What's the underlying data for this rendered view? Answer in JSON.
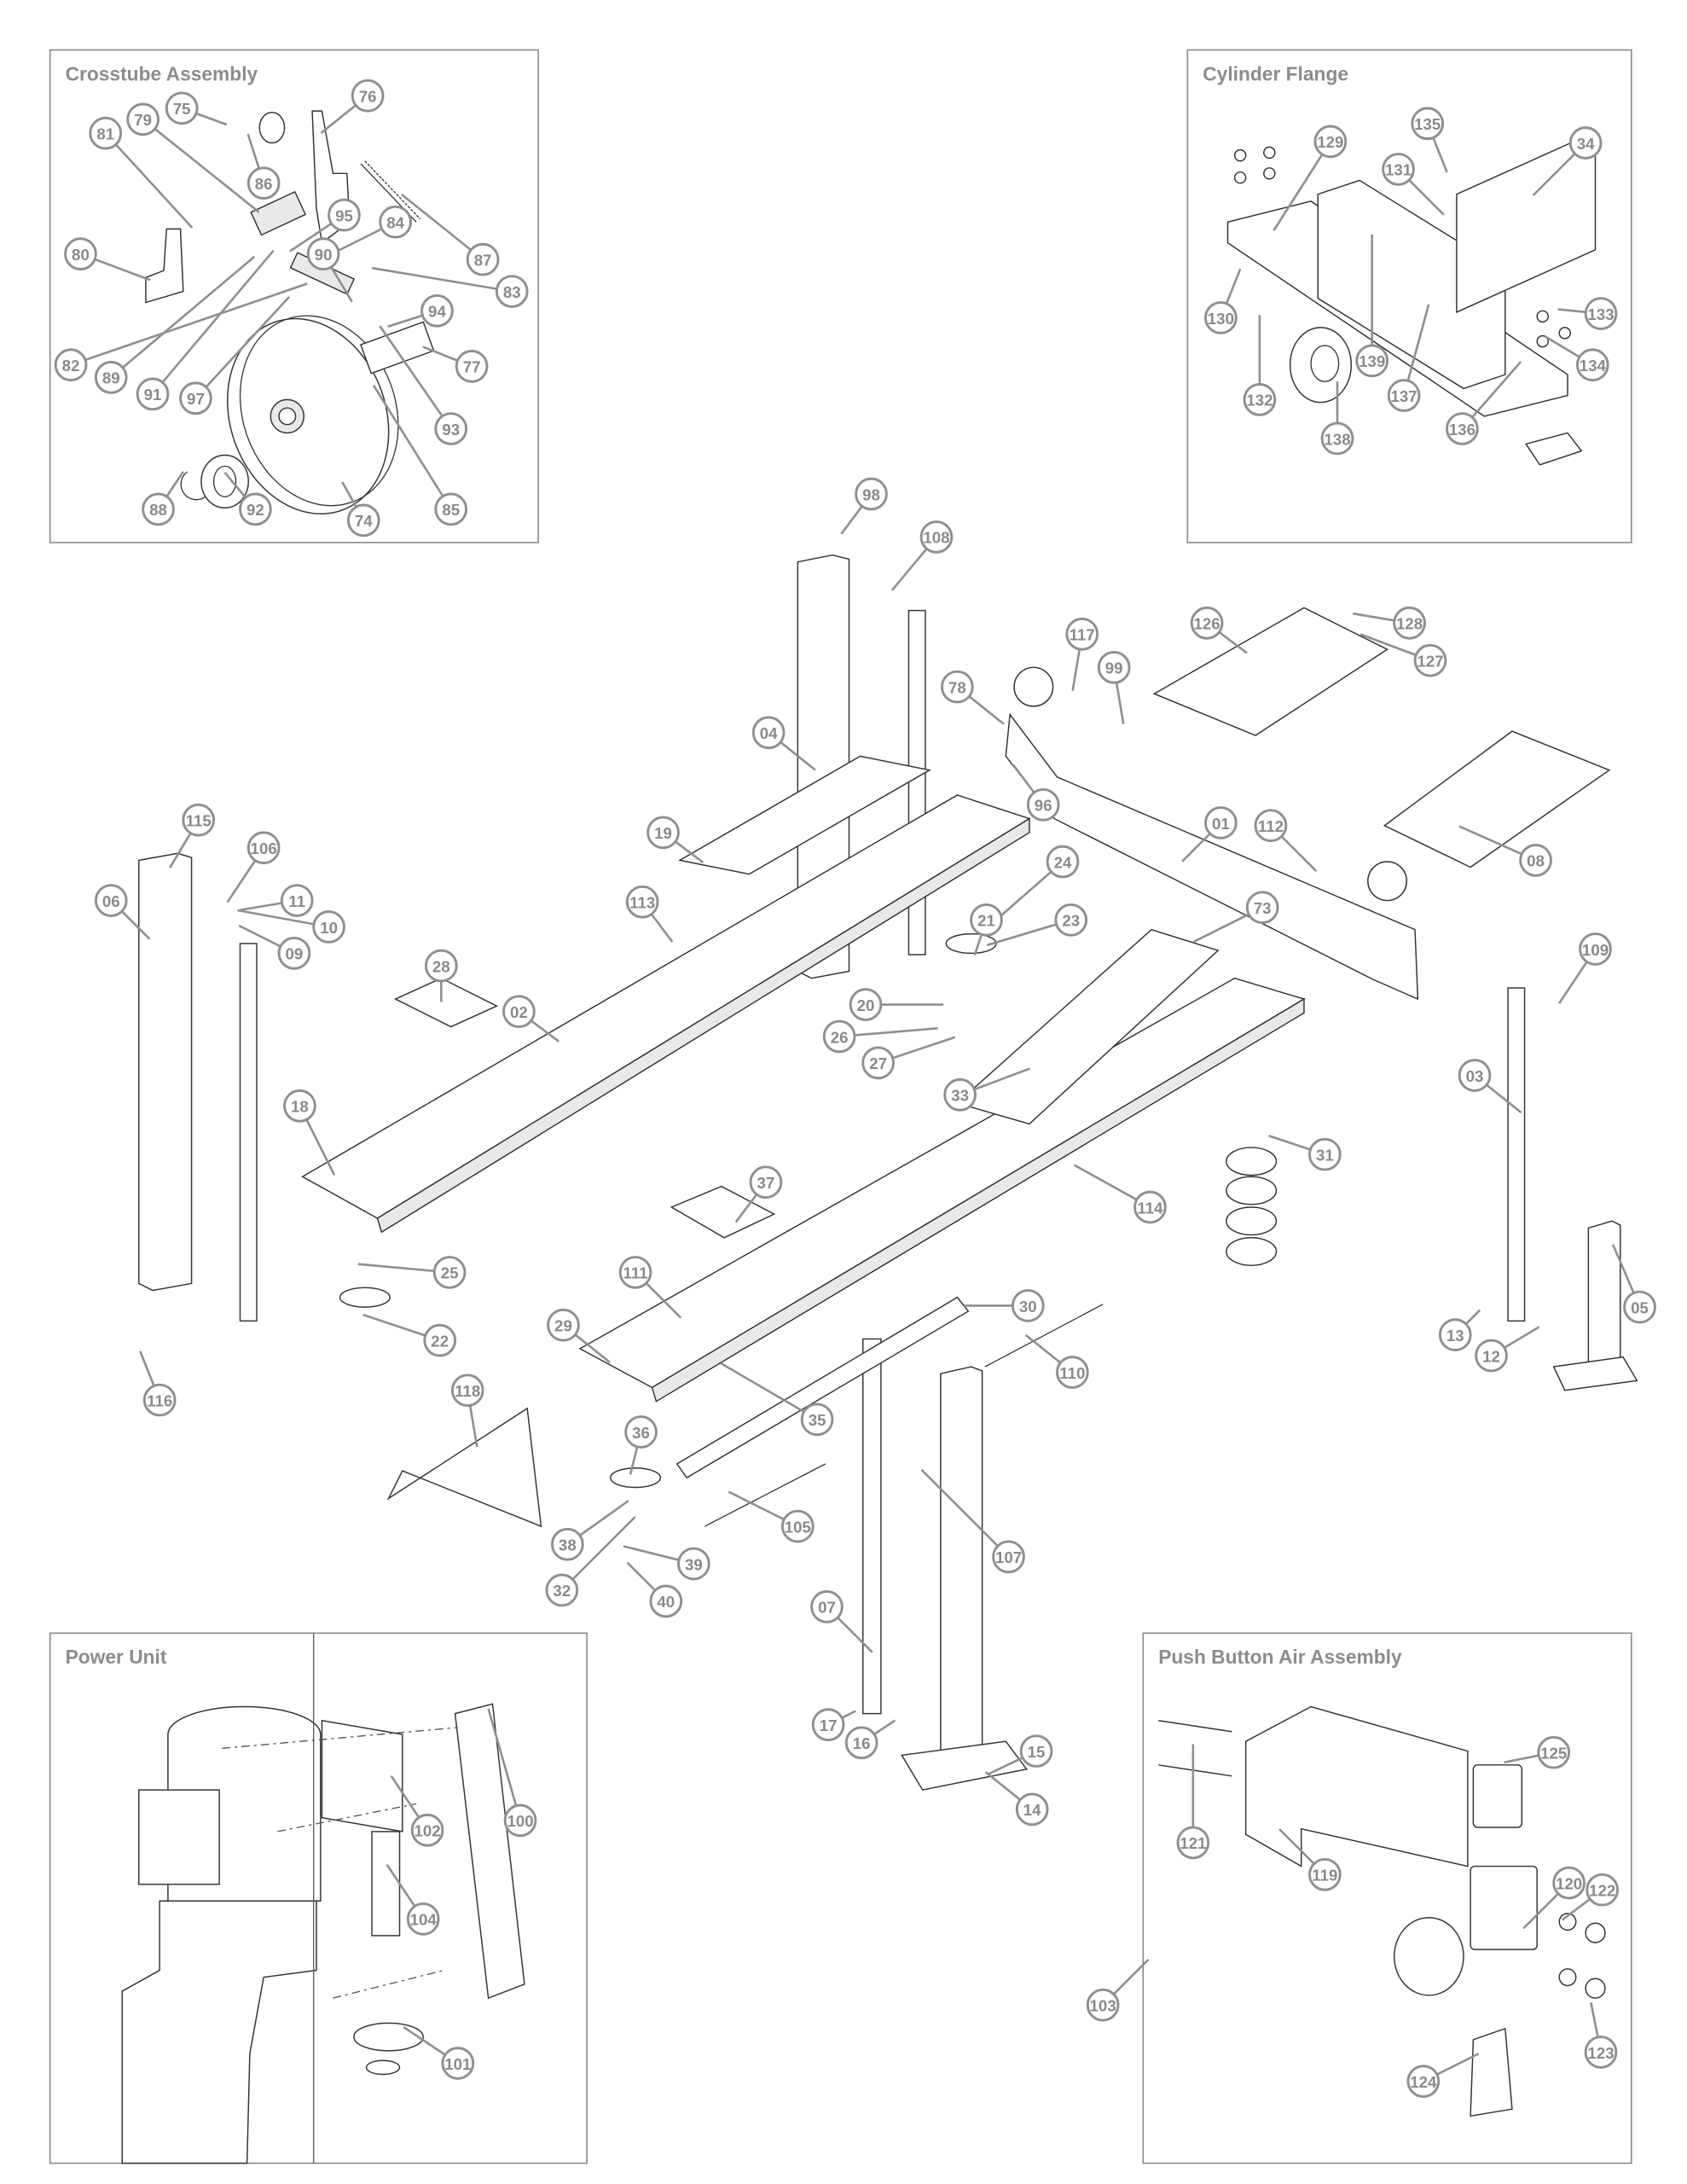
{
  "panels": {
    "crosstube": {
      "title": "Crosstube Assembly"
    },
    "cylinder_flange": {
      "title": "Cylinder Flange"
    },
    "power_unit": {
      "title": "Power Unit"
    },
    "push_button": {
      "title": "Push Button Air Assembly"
    }
  },
  "callouts": {
    "crosstube": [
      "75",
      "76",
      "79",
      "81",
      "86",
      "95",
      "84",
      "87",
      "80",
      "90",
      "83",
      "94",
      "77",
      "82",
      "89",
      "91",
      "97",
      "93",
      "88",
      "92",
      "74",
      "85"
    ],
    "cylinder_flange": [
      "135",
      "34",
      "129",
      "131",
      "133",
      "130",
      "139",
      "134",
      "137",
      "132",
      "136",
      "138"
    ],
    "main": [
      "98",
      "108",
      "117",
      "126",
      "128",
      "127",
      "99",
      "78",
      "04",
      "96",
      "01",
      "112",
      "08",
      "19",
      "115",
      "106",
      "11",
      "10",
      "09",
      "06",
      "24",
      "21",
      "23",
      "113",
      "73",
      "109",
      "28",
      "02",
      "20",
      "26",
      "27",
      "33",
      "03",
      "18",
      "31",
      "37",
      "114",
      "25",
      "111",
      "30",
      "22",
      "29",
      "13",
      "12",
      "05",
      "110",
      "116",
      "118",
      "35",
      "36",
      "105",
      "107",
      "38",
      "39",
      "32",
      "40",
      "07",
      "17",
      "16",
      "15",
      "14"
    ],
    "power_unit": [
      "100",
      "102",
      "104",
      "101"
    ],
    "push_button": [
      "125",
      "121",
      "119",
      "120",
      "122",
      "103",
      "123",
      "124"
    ]
  },
  "colors": {
    "callout": "#8a8a8a",
    "line": "#333333"
  }
}
